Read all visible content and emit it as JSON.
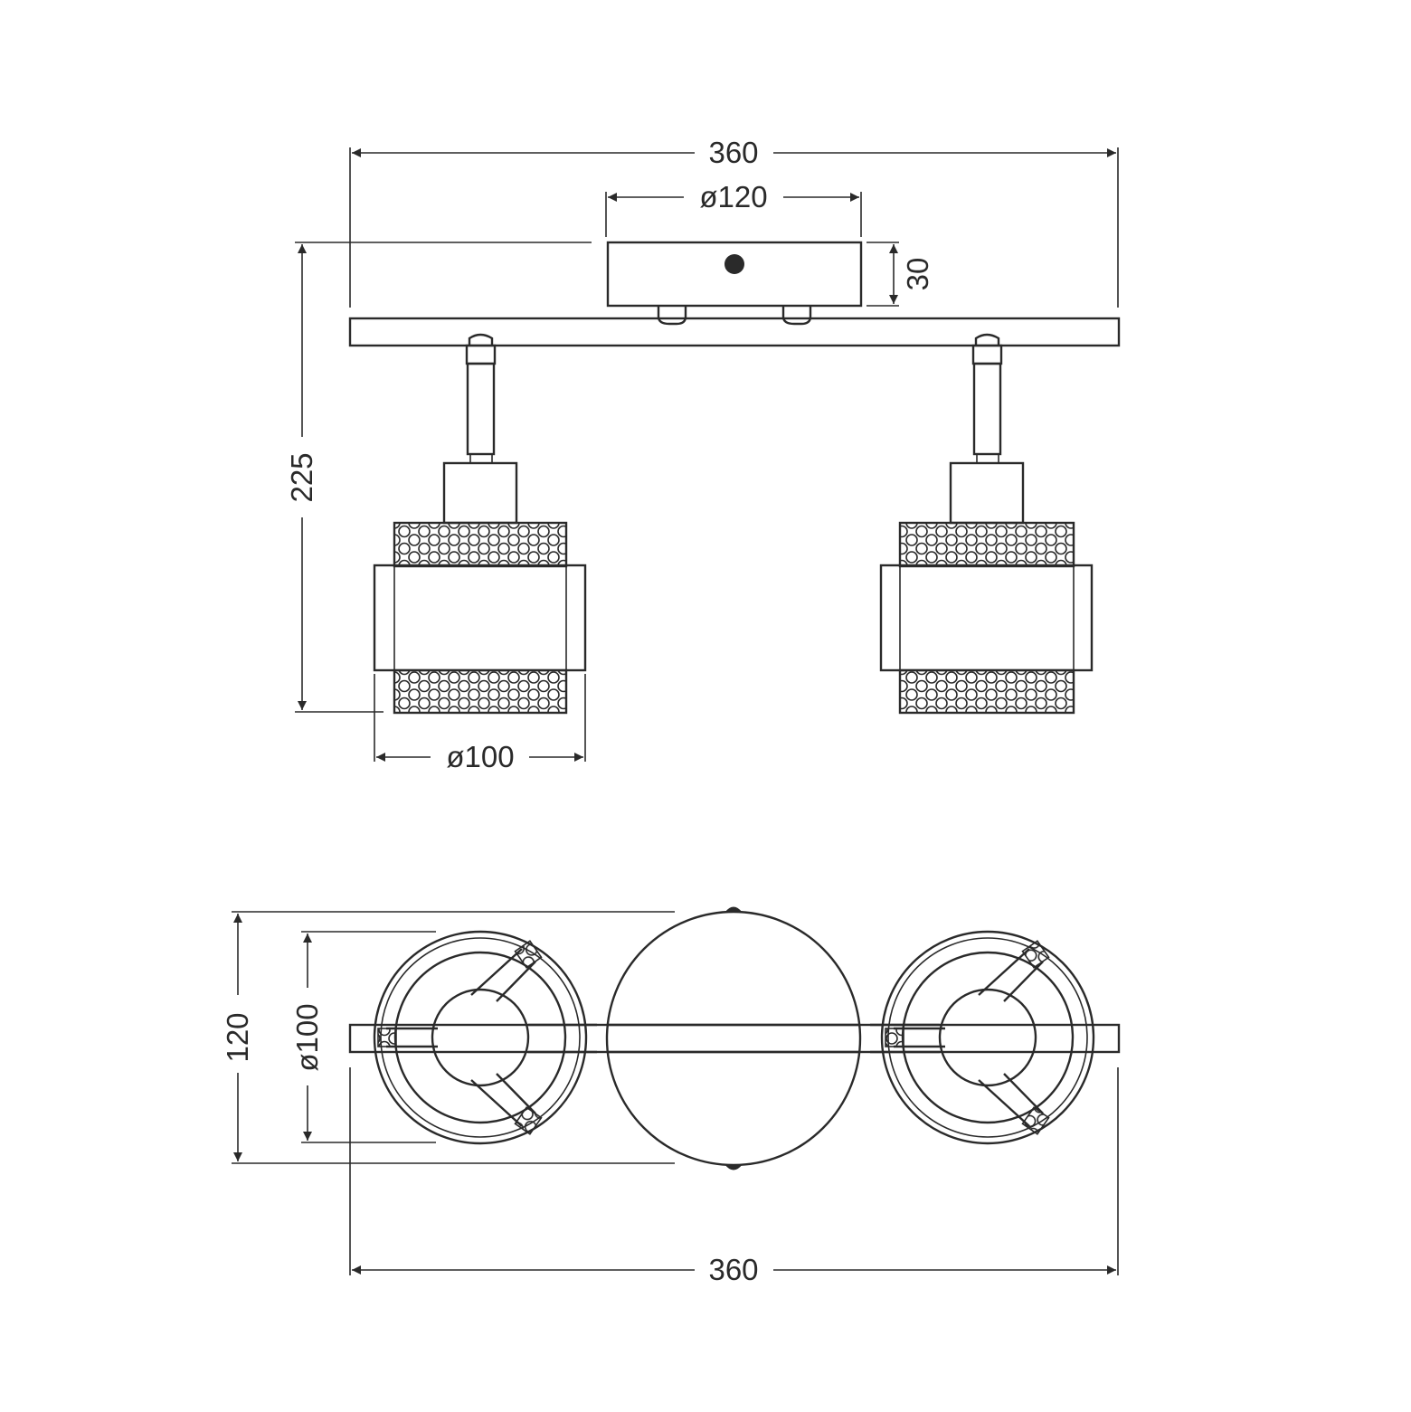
{
  "labels": {
    "front_width": "360",
    "canopy_diameter": "ø120",
    "canopy_height": "30",
    "total_height": "225",
    "shade_diameter_front": "ø100",
    "top_depth": "120",
    "shade_diameter_top": "ø100",
    "top_width": "360"
  },
  "colors": {
    "line": "#2a2a2a",
    "background": "#ffffff"
  }
}
